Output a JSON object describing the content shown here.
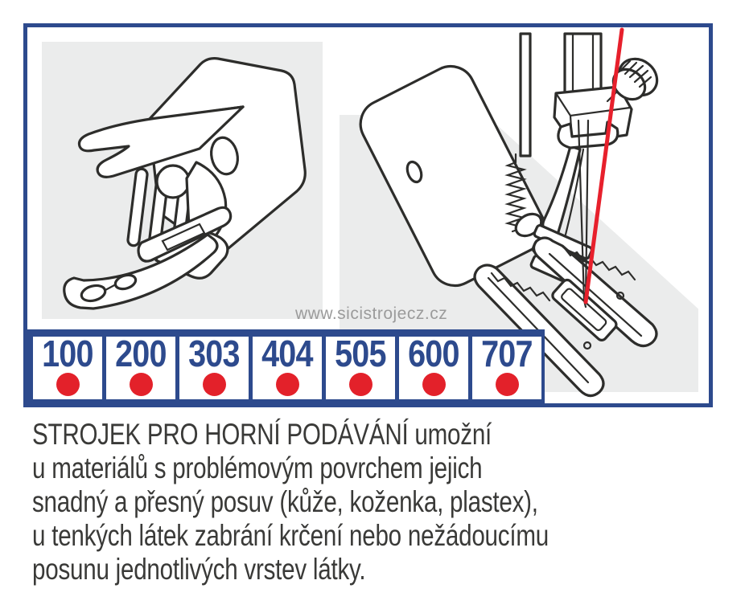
{
  "colors": {
    "navy": "#2d4a8d",
    "red": "#e3212a",
    "panel_gray": "#ebecec",
    "text_ink": "#3a3a38",
    "watermark_gray": "#9b9b9b",
    "thread_red": "#e7202c",
    "line_art": "#2d2d2b",
    "background": "#ffffff"
  },
  "watermark": {
    "text": "www.sicistrojecz.cz"
  },
  "model_band": {
    "models": [
      {
        "number": "100"
      },
      {
        "number": "200"
      },
      {
        "number": "303"
      },
      {
        "number": "404"
      },
      {
        "number": "505"
      },
      {
        "number": "600"
      },
      {
        "number": "707"
      }
    ]
  },
  "description": {
    "lines": [
      "STROJEK PRO HORNÍ PODÁVÁNÍ umožní",
      "u materiálů s problémovým povrchem jejich",
      "snadný a přesný posuv (kůže, koženka, plastex),",
      "u tenkých látek zabrání krčení nebo nežádoucímu",
      "posunu jednotlivých vrstev látky."
    ]
  },
  "illustrations": {
    "left": "walking foot attachment line art",
    "right": "walking foot mounted on sewing machine with red thread line art"
  }
}
